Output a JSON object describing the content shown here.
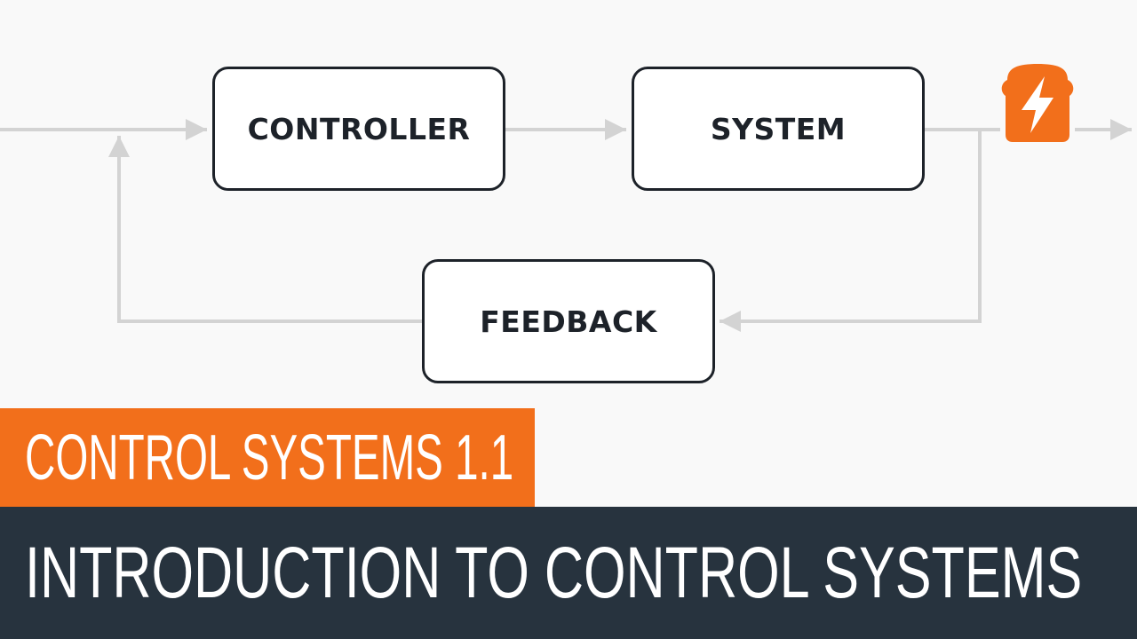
{
  "colors": {
    "background": "#f9f9f9",
    "box_border": "#1d2229",
    "text_dark": "#1d2229",
    "arrow": "#d3d3d3",
    "accent_orange": "#f26f1b",
    "dark_navy": "#27333e"
  },
  "diagram": {
    "controller_label": "CONTROLLER",
    "system_label": "SYSTEM",
    "feedback_label": "FEEDBACK",
    "logo_icon": "lightning-bolt-icon"
  },
  "banner": {
    "series": "CONTROL SYSTEMS 1.1",
    "title": "INTRODUCTION TO CONTROL SYSTEMS"
  }
}
